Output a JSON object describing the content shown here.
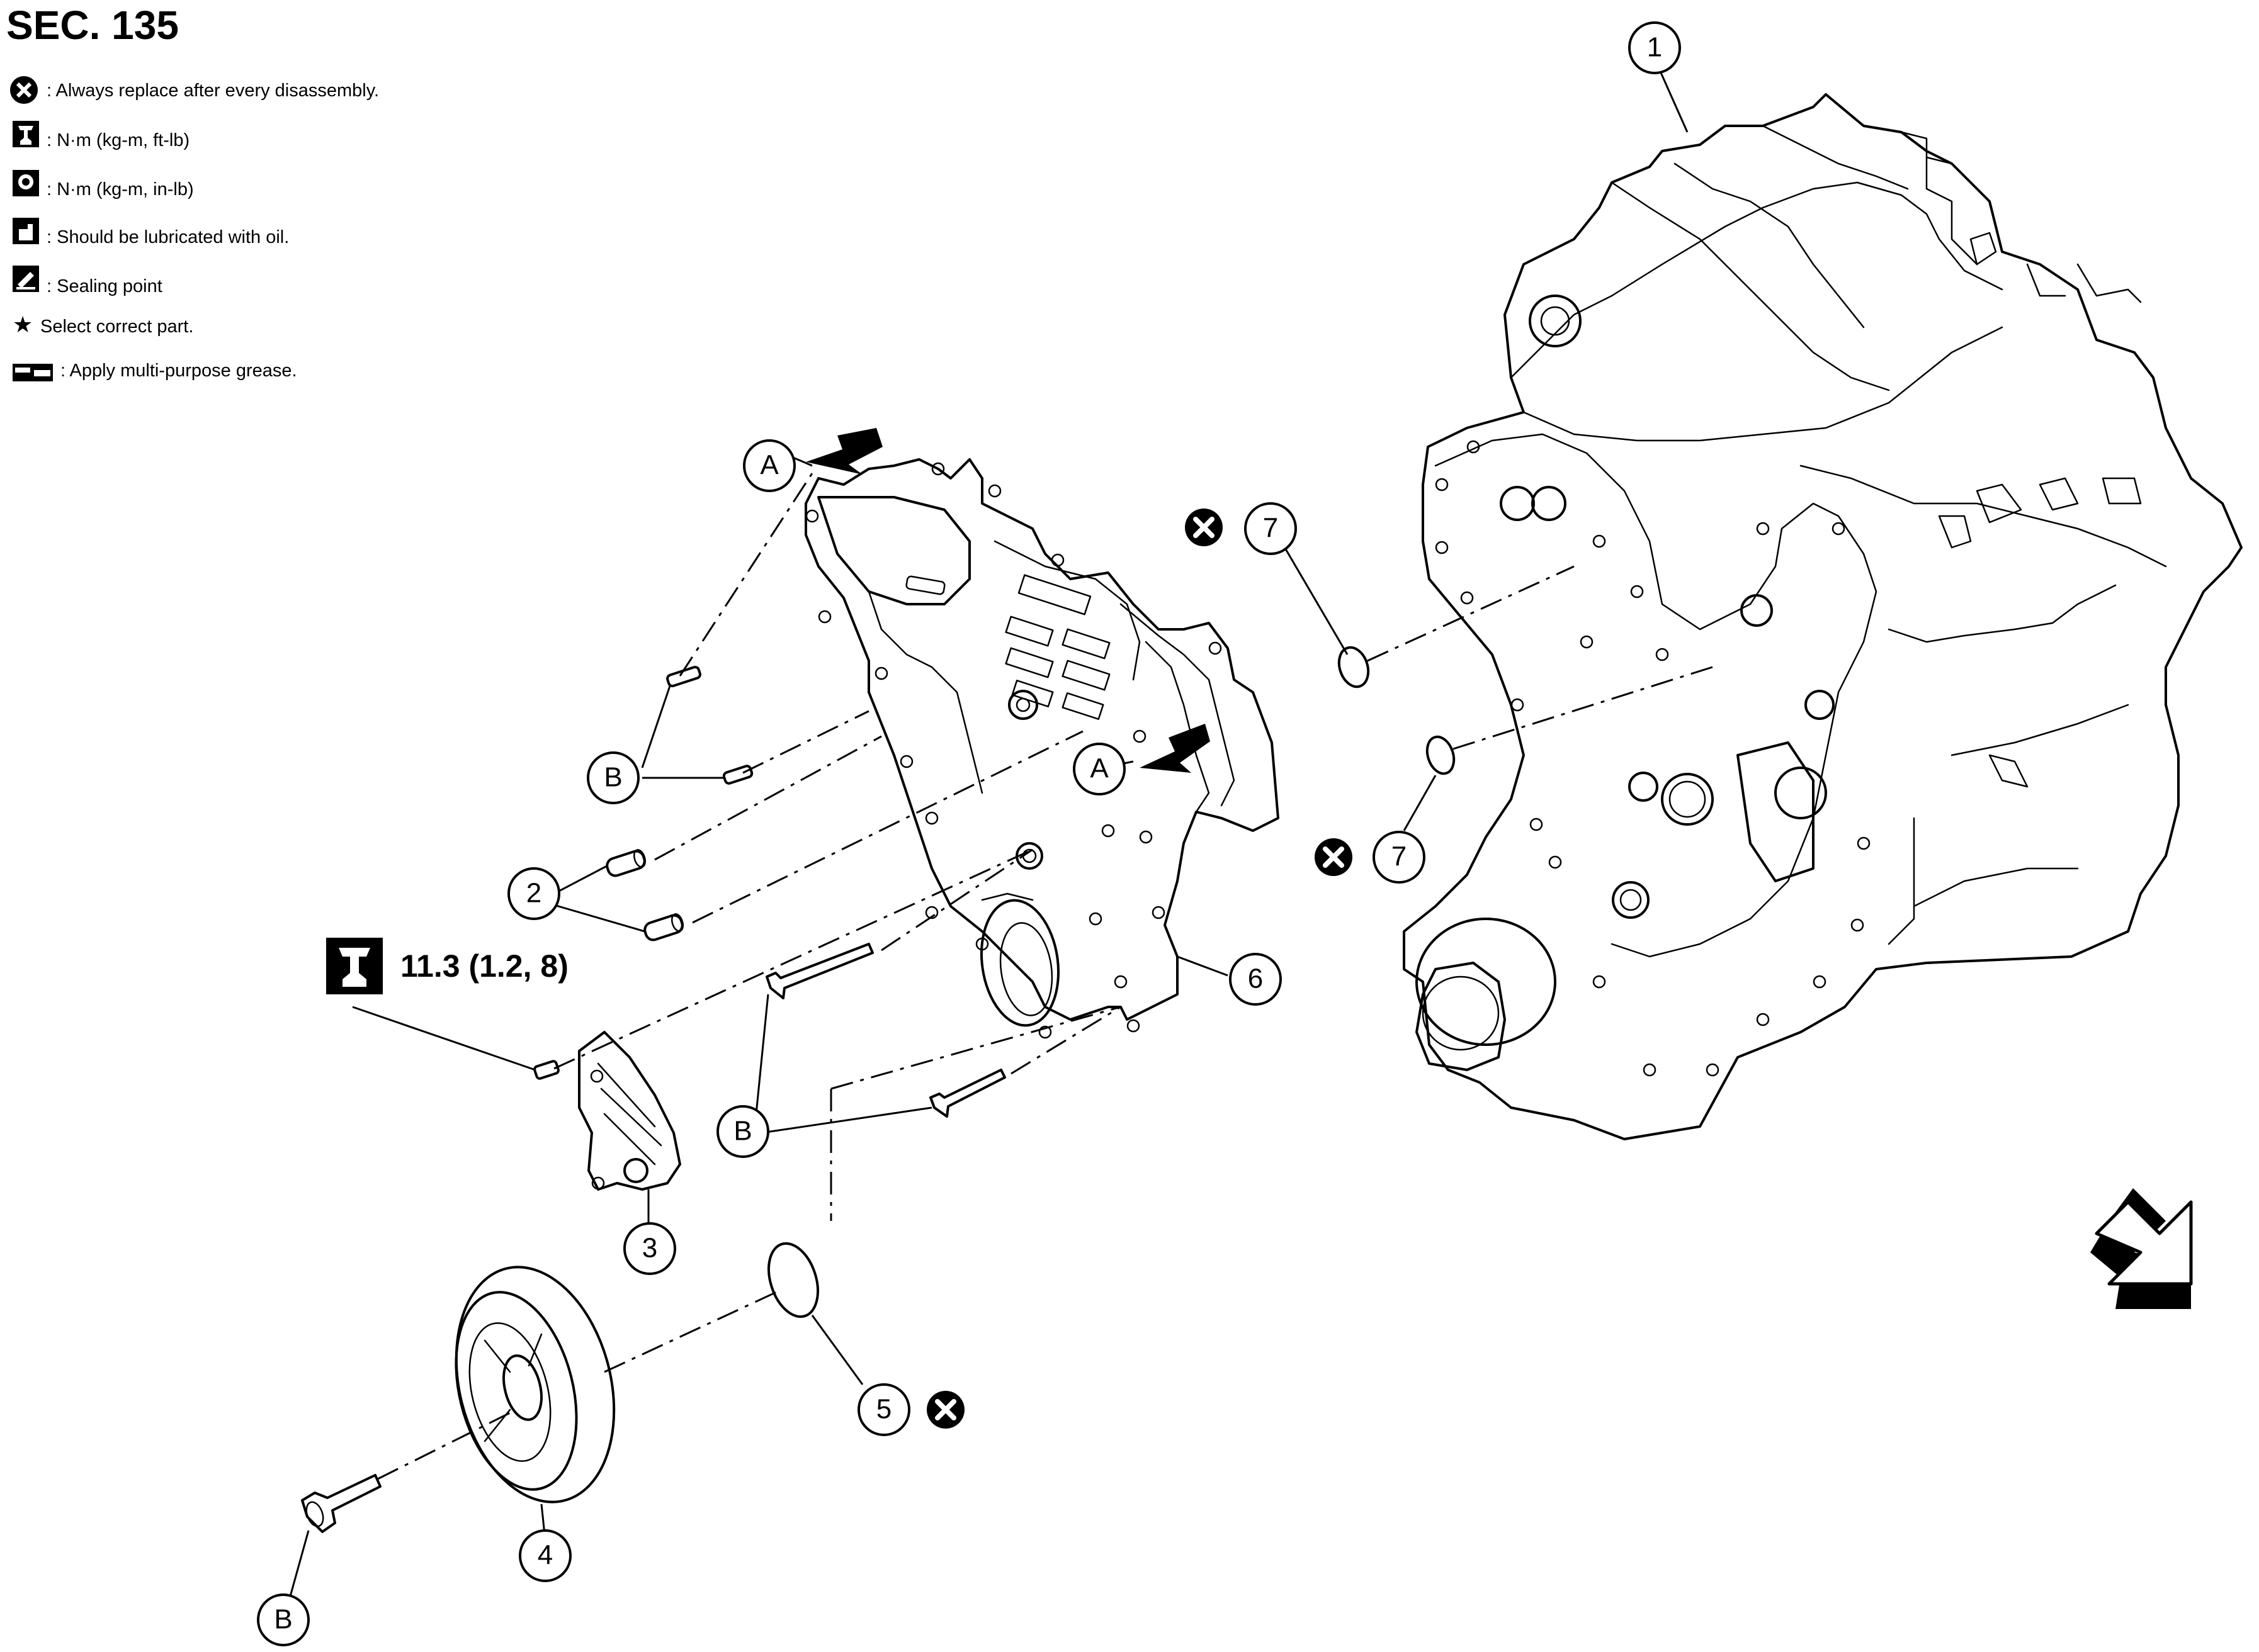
{
  "section_title": "SEC. 135",
  "legend": [
    {
      "icon": "replace-x-icon",
      "text": ": Always replace after every disassembly."
    },
    {
      "icon": "torque-ftlb-icon",
      "text": ": N·m (kg-m, ft-lb)"
    },
    {
      "icon": "torque-inlb-icon",
      "text": ": N·m (kg-m, in-lb)"
    },
    {
      "icon": "oil-can-icon",
      "text": ": Should be lubricated with oil."
    },
    {
      "icon": "sealing-icon",
      "text": ": Sealing point"
    },
    {
      "icon": "star-icon",
      "text": "Select correct part."
    },
    {
      "icon": "grease-gun-icon",
      "text": ": Apply multi-purpose grease."
    }
  ],
  "torque_spec": "11.3 (1.2, 8)",
  "callouts": {
    "c1": "1",
    "c2": "2",
    "c3": "3",
    "c4": "4",
    "c5": "5",
    "c6": "6",
    "c7a": "7",
    "c7b": "7",
    "a1": "A",
    "a2": "A",
    "b1": "B",
    "b2": "B",
    "b3": "B"
  },
  "colors": {
    "ink": "#000000",
    "paper": "#ffffff"
  }
}
